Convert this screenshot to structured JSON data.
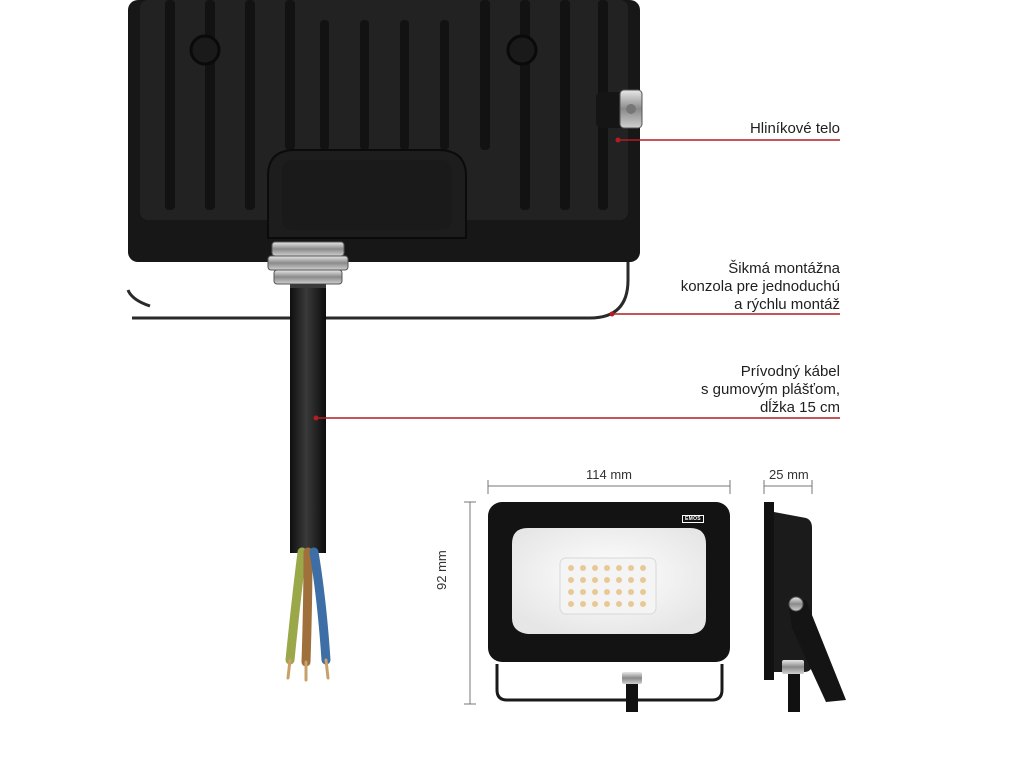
{
  "callouts": {
    "body": [
      "Hliníkové telo"
    ],
    "bracket": [
      "Šikmá montážna",
      "konzola pre jednoduchú",
      "a rýchlu montáž"
    ],
    "cable": [
      "Prívodný kábel",
      "s gumovým plášťom,",
      "dĺžka 15 cm"
    ]
  },
  "dimensions": {
    "width": "114 mm",
    "depth": "25 mm",
    "height": "92 mm"
  },
  "brand": "EMOS",
  "colors": {
    "housing": "#1c1c1c",
    "leader_line": "#b01e23",
    "wire_brown": "#a0703c",
    "wire_blue": "#3d6ea5",
    "wire_yellow_green": "#9aa84a"
  }
}
